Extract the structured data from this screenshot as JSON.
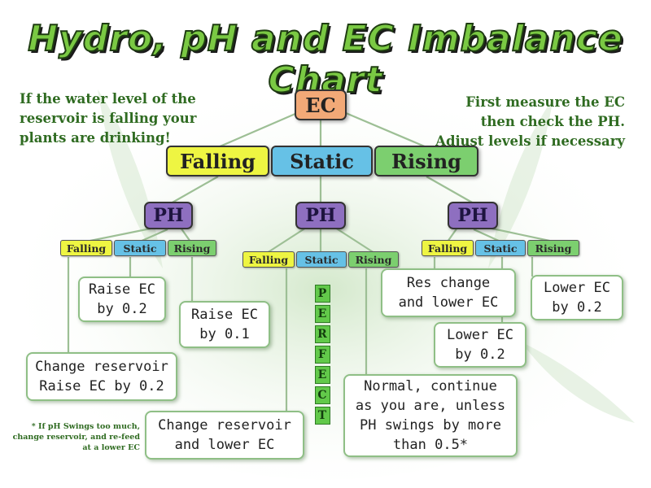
{
  "title": "Hydro, pH and EC Imbalance Chart",
  "notes": {
    "left": "If the water level of the reservoir is falling your plants are drinking!",
    "right": "First measure the EC then check the PH. Adjust levels if necessary"
  },
  "nodes": {
    "ec": "EC",
    "ec_levels": [
      "Falling",
      "Static",
      "Rising"
    ],
    "ph": "PH",
    "ph_levels": [
      "Falling",
      "Static",
      "Rising"
    ]
  },
  "outcomes": {
    "falling_falling": "Change reservoir\nRaise EC by 0.2",
    "falling_static": "Raise EC\nby 0.2",
    "falling_rising": "Raise EC\nby 0.1",
    "static_falling": "Change reservoir\nand lower EC",
    "static_static": "PERFECT",
    "static_rising": "Normal, continue\nas you are, unless\nPH swings by more\nthan 0.5*",
    "rising_falling": "Res change\nand lower EC",
    "rising_static": "Lower EC\nby 0.2",
    "rising_rising": "Lower EC\nby 0.2"
  },
  "footnote": "* If pH Swings too much, change reservoir, and re-feed at a lower EC",
  "colors": {
    "title_green": "#7ac943",
    "text_green": "#2f6b21",
    "ec_orange": "#f2a977",
    "falling_yellow": "#eef542",
    "static_blue": "#66c1e6",
    "rising_green": "#7ccf6f",
    "ph_purple": "#8e6fc0",
    "connector": "#9dbf95"
  }
}
